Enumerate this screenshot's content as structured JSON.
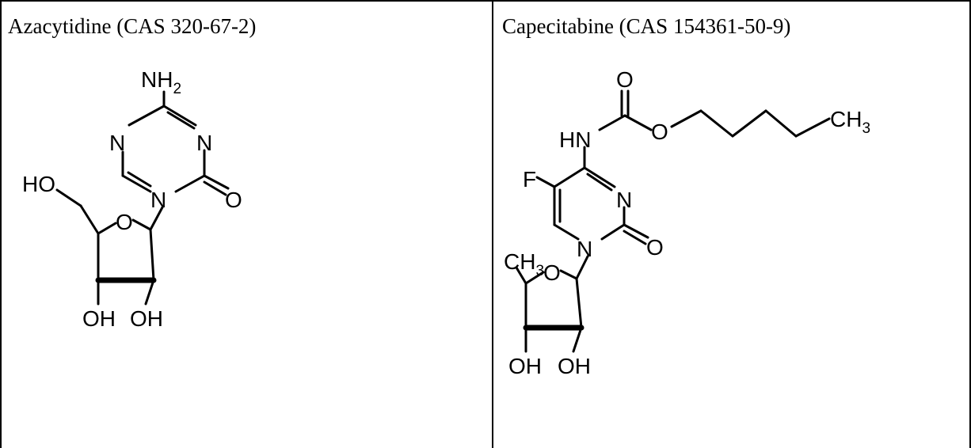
{
  "cells": [
    {
      "title": "Azacytidine (CAS 320-67-2)",
      "labels": {
        "nh2": "NH",
        "nh2_sub": "2",
        "n_left": "N",
        "n_right": "N",
        "n_bottom": "N",
        "o_carbonyl": "O",
        "ho": "HO",
        "o_ring": "O",
        "oh1": "OH",
        "oh2": "OH"
      }
    },
    {
      "title": "Capecitabine (CAS 154361-50-9)",
      "labels": {
        "o_top": "O",
        "hn": "HN",
        "o_ester": "O",
        "ch3_tail": "CH",
        "ch3_tail_sub": "3",
        "f": "F",
        "n_right": "N",
        "n_bottom": "N",
        "o_carbonyl": "O",
        "ch3_sugar": "CH",
        "ch3_sugar_sub": "3",
        "o_ring": "O",
        "oh1": "OH",
        "oh2": "OH"
      }
    }
  ]
}
